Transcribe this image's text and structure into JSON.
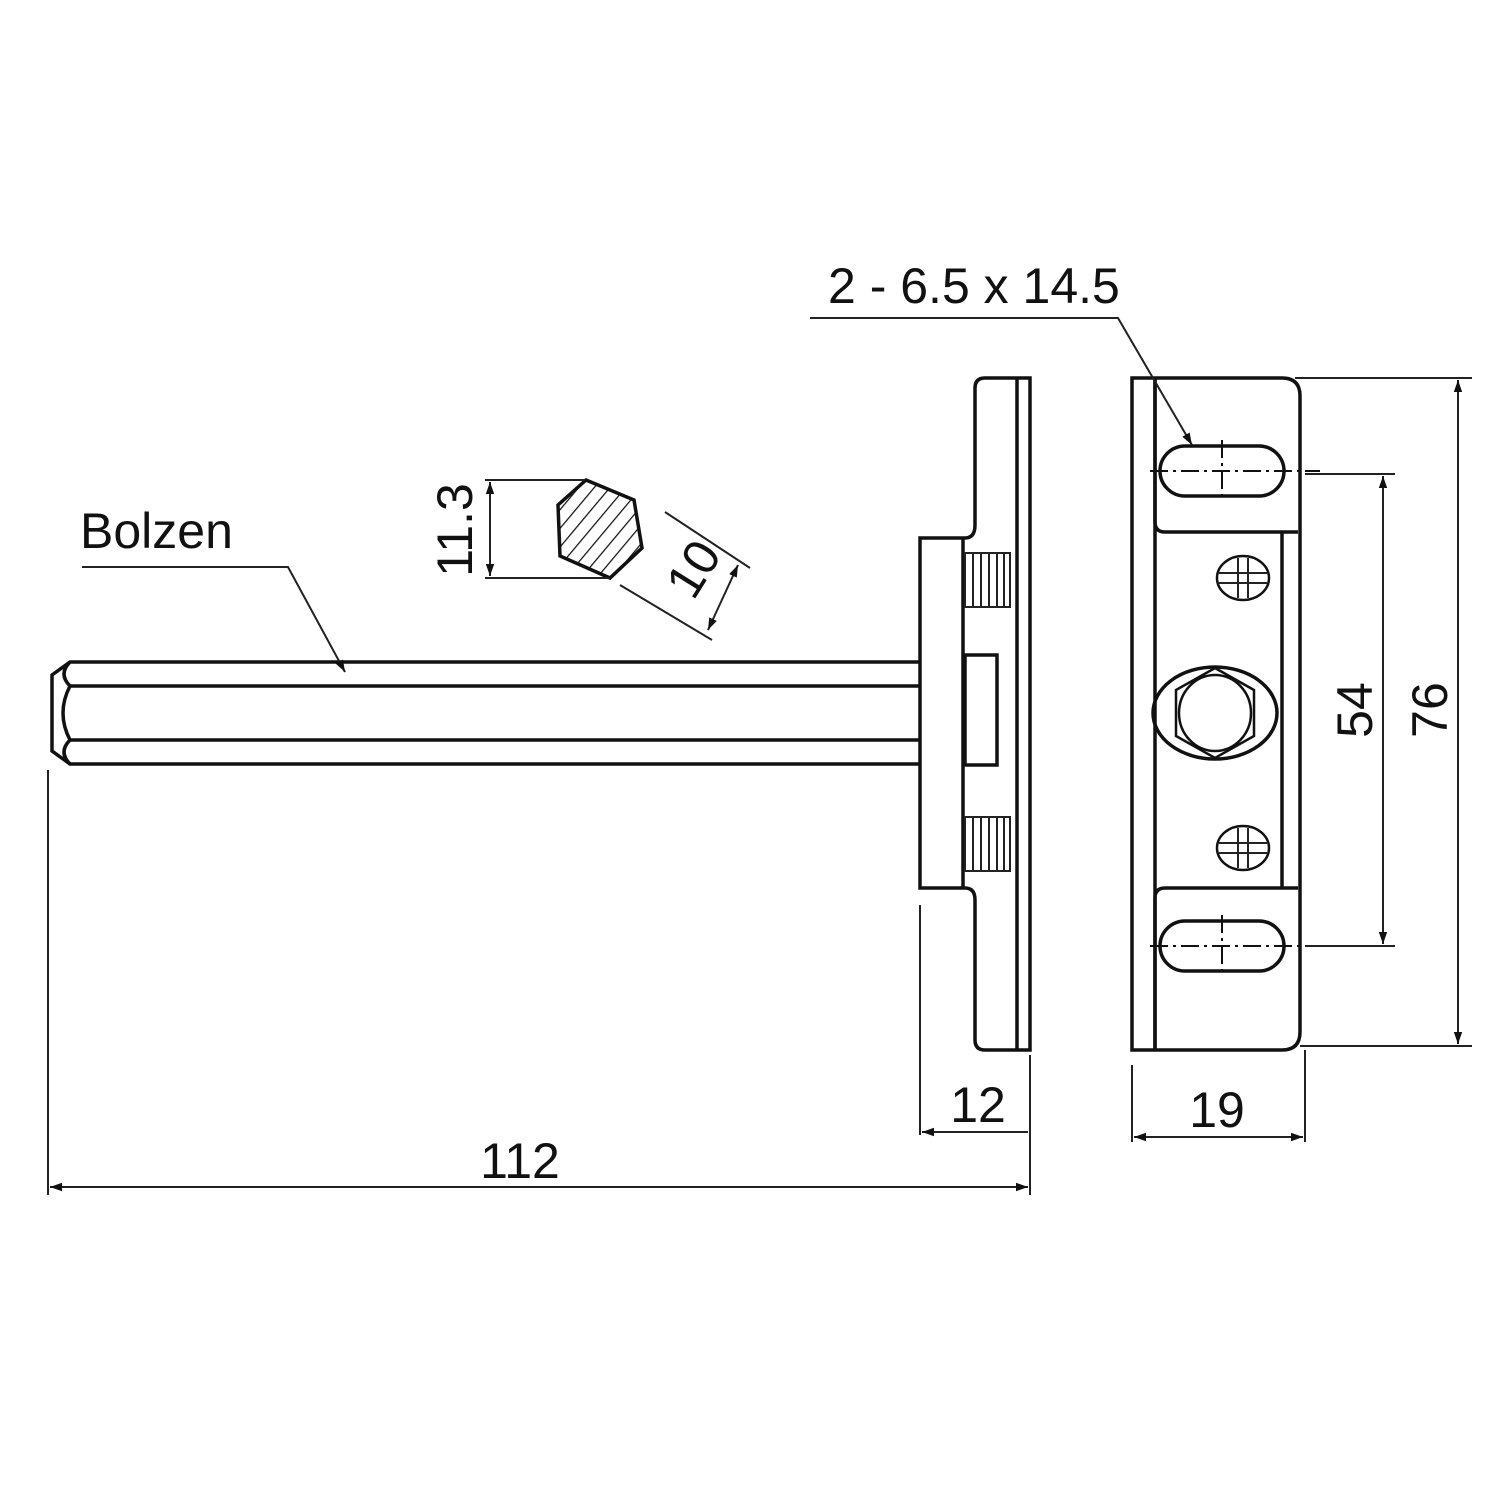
{
  "labels": {
    "part_name": "Bolzen",
    "slot_spec": "2 - 6.5 x 14.5"
  },
  "dimensions": {
    "hex_across_corners": "11.3",
    "hex_across_flats": "10",
    "overall_length": "112",
    "plate_thickness": "12",
    "bracket_depth": "19",
    "slot_spacing": "54",
    "bracket_height": "76"
  }
}
